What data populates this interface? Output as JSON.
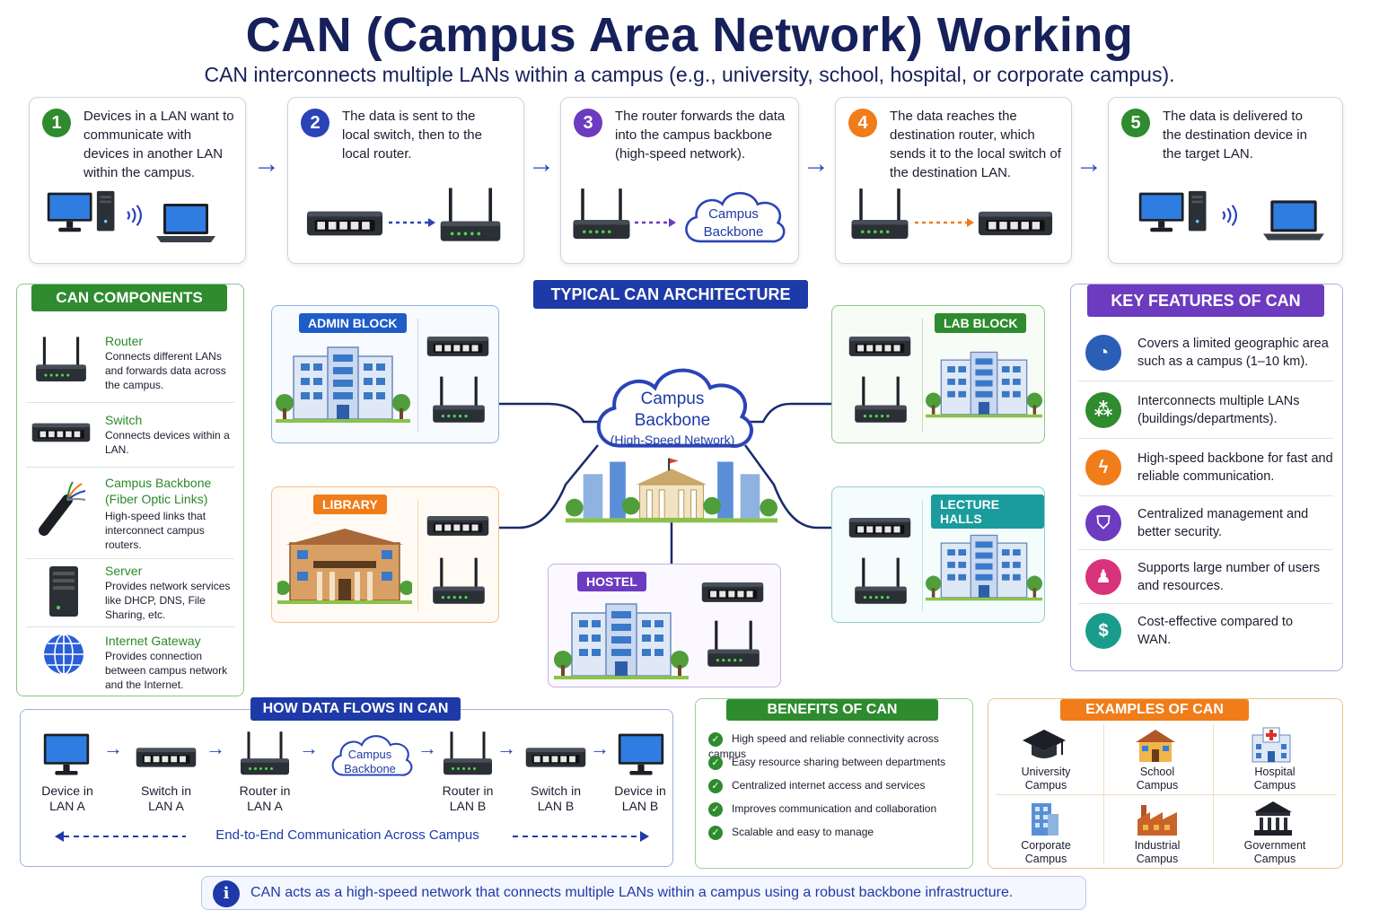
{
  "title": "CAN (Campus Area Network) Working",
  "subtitle": "CAN interconnects multiple LANs within a campus (e.g., university, school, hospital, or corporate campus).",
  "colors": {
    "navy": "#16205a",
    "blue": "#2a44b8",
    "green": "#2e8b2e",
    "purple": "#6c3bbf",
    "orange": "#f07c1a",
    "teal": "#1a9c9c",
    "pink": "#d8327a"
  },
  "steps": [
    {
      "num": "1",
      "text": "Devices in a LAN want to communicate with devices in another LAN within the campus.",
      "color": "#2e8b2e"
    },
    {
      "num": "2",
      "text": "The data is sent to the local switch, then to the local router.",
      "color": "#2a44b8"
    },
    {
      "num": "3",
      "text": "The router forwards the data into the campus backbone (high-speed network).",
      "color": "#6c3bbf",
      "cloud": "Campus Backbone"
    },
    {
      "num": "4",
      "text": "The data reaches the destination router, which sends it to the local switch of the destination LAN.",
      "color": "#f07c1a"
    },
    {
      "num": "5",
      "text": "The data is delivered to the destination device in the target LAN.",
      "color": "#2e8b2e"
    }
  ],
  "components": {
    "heading": "CAN COMPONENTS",
    "items": [
      {
        "title": "Router",
        "desc": "Connects different LANs and forwards data across the campus.",
        "icon": "router-icon"
      },
      {
        "title": "Switch",
        "desc": "Connects devices within a LAN.",
        "icon": "switch-icon"
      },
      {
        "title": "Campus Backbone (Fiber Optic Links)",
        "desc": "High-speed links that interconnect campus routers.",
        "icon": "fiber-cable-icon"
      },
      {
        "title": "Server",
        "desc": "Provides network services like DHCP, DNS, File Sharing, etc.",
        "icon": "server-icon"
      },
      {
        "title": "Internet Gateway",
        "desc": "Provides connection between campus network and the Internet.",
        "icon": "globe-icon"
      }
    ]
  },
  "architecture": {
    "heading": "TYPICAL CAN ARCHITECTURE",
    "cloud": {
      "line1": "Campus",
      "line2": "Backbone",
      "line3": "(High-Speed Network)"
    },
    "blocks": {
      "admin": "ADMIN BLOCK",
      "lab": "LAB BLOCK",
      "library": "LIBRARY",
      "lecture": "LECTURE HALLS",
      "hostel": "HOSTEL"
    }
  },
  "features": {
    "heading": "KEY FEATURES OF CAN",
    "items": [
      {
        "text": "Covers a limited geographic area such as a campus (1–10 km).",
        "icon": "gauge-icon",
        "color": "#2a5fb8"
      },
      {
        "text": "Interconnects multiple LANs (buildings/departments).",
        "icon": "network-icon",
        "color": "#2e8b2e"
      },
      {
        "text": "High-speed backbone for fast and reliable communication.",
        "icon": "lightning-icon",
        "color": "#f07c1a"
      },
      {
        "text": "Centralized management and better security.",
        "icon": "shield-icon",
        "color": "#6c3bbf"
      },
      {
        "text": "Supports large number of users and resources.",
        "icon": "users-icon",
        "color": "#d8327a"
      },
      {
        "text": "Cost-effective compared to WAN.",
        "icon": "dollar-icon",
        "color": "#1a9c8c"
      }
    ]
  },
  "flow": {
    "heading": "HOW DATA FLOWS IN CAN",
    "nodes": [
      {
        "line1": "Device in",
        "line2": "LAN A"
      },
      {
        "line1": "Switch in",
        "line2": "LAN A"
      },
      {
        "line1": "Router in",
        "line2": "LAN A"
      },
      {
        "line1": "Campus",
        "line2": "Backbone"
      },
      {
        "line1": "Router in",
        "line2": "LAN B"
      },
      {
        "line1": "Switch in",
        "line2": "LAN B"
      },
      {
        "line1": "Device in",
        "line2": "LAN B"
      }
    ],
    "footer": "End-to-End Communication Across Campus"
  },
  "benefits": {
    "heading": "BENEFITS OF CAN",
    "items": [
      "High speed and reliable connectivity across campus",
      "Easy resource sharing between departments",
      "Centralized internet access and services",
      "Improves communication and collaboration",
      "Scalable and easy to manage"
    ]
  },
  "examples": {
    "heading": "EXAMPLES OF CAN",
    "items": [
      {
        "line1": "University",
        "line2": "Campus",
        "icon": "graduation-cap-icon"
      },
      {
        "line1": "School",
        "line2": "Campus",
        "icon": "school-icon"
      },
      {
        "line1": "Hospital",
        "line2": "Campus",
        "icon": "hospital-icon"
      },
      {
        "line1": "Corporate",
        "line2": "Campus",
        "icon": "office-building-icon"
      },
      {
        "line1": "Industrial",
        "line2": "Campus",
        "icon": "factory-icon"
      },
      {
        "line1": "Government",
        "line2": "Campus",
        "icon": "government-building-icon"
      }
    ]
  },
  "note": "CAN acts as a high-speed network that connects multiple LANs within a campus using a robust backbone infrastructure."
}
